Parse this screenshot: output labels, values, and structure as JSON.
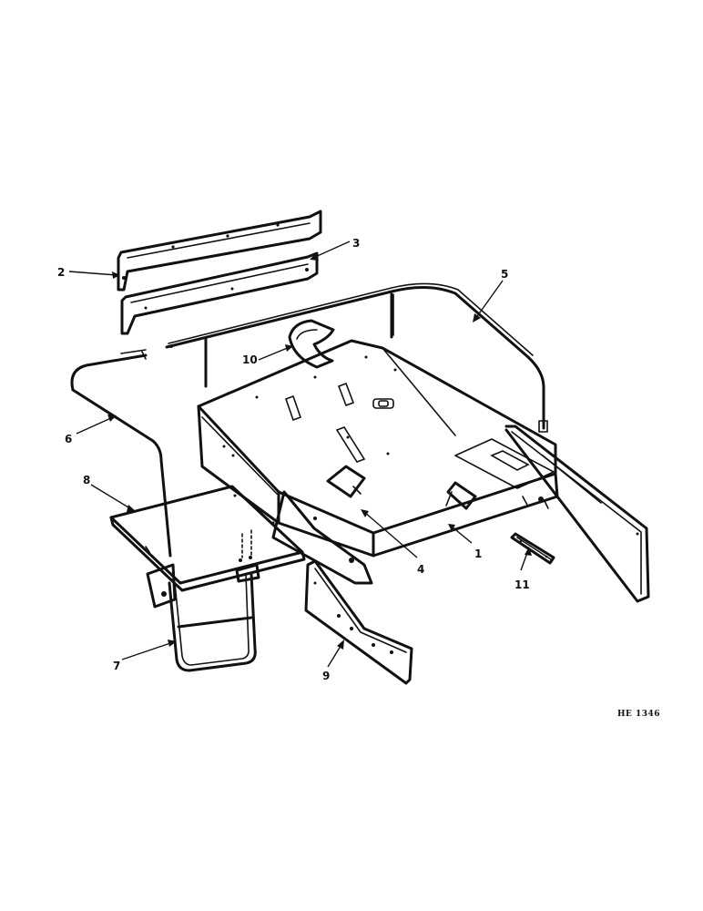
{
  "callouts": {
    "c1": "1",
    "c2": "2",
    "c3": "3",
    "c4": "4",
    "c5": "5",
    "c6": "6",
    "c7": "7",
    "c8": "8",
    "c9": "9",
    "c10": "10",
    "c11": "11"
  },
  "drawing_code": "HE 1346"
}
